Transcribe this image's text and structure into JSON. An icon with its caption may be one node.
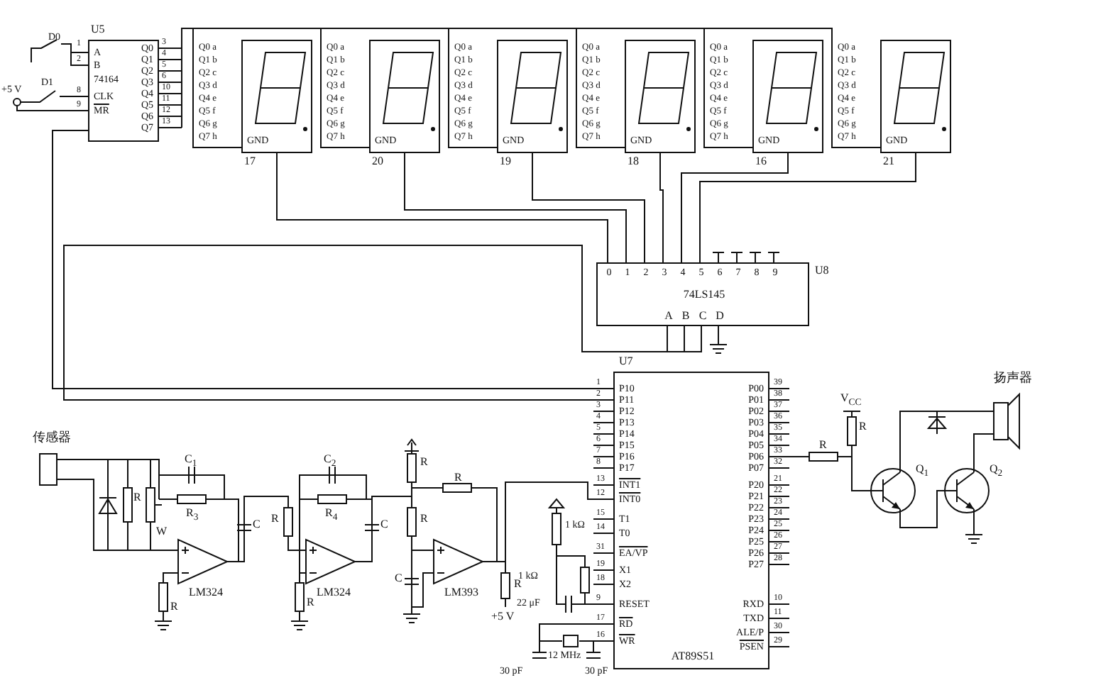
{
  "diagram": {
    "nodes": [
      {
        "text": [
          "A",
          "B",
          "74164",
          "CLK",
          "MR",
          "Q0",
          "Q1",
          "Q2",
          "Q3",
          "Q4",
          "Q5",
          "Q6",
          "Q7"
        ],
        "beside": [
          "U5"
        ]
      },
      {
        "text": [
          "GND"
        ],
        "beside": [
          "17"
        ]
      },
      {
        "text": [
          "GND"
        ],
        "beside": [
          "20"
        ]
      },
      {
        "text": [
          "GND"
        ],
        "beside": [
          "19"
        ]
      },
      {
        "text": [
          "GND"
        ],
        "beside": [
          "18"
        ]
      },
      {
        "text": [
          "GND"
        ],
        "beside": [
          "16"
        ]
      },
      {
        "text": [
          "GND"
        ],
        "beside": [
          "21"
        ]
      },
      {
        "text": [
          "74LS145",
          "0",
          "1",
          "2",
          "3",
          "4",
          "5",
          "6",
          "7",
          "8",
          "9",
          "A",
          "B",
          "C",
          "D"
        ],
        "beside": [
          "U8"
        ]
      },
      {
        "text": [
          "AT89S51",
          "P10",
          "P11",
          "P12",
          "P13",
          "P14",
          "P15",
          "P16",
          "P17",
          "INT1",
          "INT0",
          "T1",
          "T0",
          "EA/VP",
          "X1",
          "X2",
          "RESET",
          "RD",
          "WR",
          "P00",
          "P01",
          "P02",
          "P03",
          "P04",
          "P05",
          "P06",
          "P07",
          "P20",
          "P21",
          "P22",
          "P23",
          "P24",
          "P25",
          "P26",
          "P27",
          "RXD",
          "TXD",
          "ALE/P",
          "PSEN"
        ],
        "beside": [
          "U7"
        ]
      },
      {
        "text": [
          "传感器"
        ]
      },
      {
        "text": [
          "LM324"
        ]
      },
      {
        "text": [
          "LM324"
        ]
      },
      {
        "text": [
          "LM393"
        ]
      },
      {
        "text": [
          "Q$_{1}$"
        ]
      },
      {
        "text": [
          "Q$_{2}$"
        ]
      },
      {
        "text": [
          "扬声器"
        ]
      }
    ],
    "edges": [
      {
        "from": 0,
        "to": 1,
        "arrow": "none"
      },
      {
        "from": 0,
        "to": 2,
        "arrow": "none"
      },
      {
        "from": 0,
        "to": 3,
        "arrow": "none"
      },
      {
        "from": 0,
        "to": 4,
        "arrow": "none"
      },
      {
        "from": 0,
        "to": 5,
        "arrow": "none"
      },
      {
        "from": 0,
        "to": 6,
        "arrow": "none"
      },
      {
        "from": 1,
        "to": 7,
        "arrow": "none"
      },
      {
        "from": 2,
        "to": 7,
        "arrow": "none"
      },
      {
        "from": 3,
        "to": 7,
        "arrow": "none"
      },
      {
        "from": 4,
        "to": 7,
        "arrow": "none"
      },
      {
        "from": 5,
        "to": 7,
        "arrow": "none"
      },
      {
        "from": 6,
        "to": 7,
        "arrow": "none"
      },
      {
        "from": 0,
        "to": 8,
        "arrow": "none"
      },
      {
        "from": 7,
        "to": 8,
        "arrow": "none"
      },
      {
        "from": 9,
        "to": 10,
        "arrow": "none"
      },
      {
        "from": 10,
        "to": 11,
        "arrow": "none"
      },
      {
        "from": 11,
        "to": 12,
        "arrow": "none"
      },
      {
        "from": 12,
        "to": 8,
        "arrow": "none"
      },
      {
        "from": 8,
        "to": 13,
        "arrow": "none"
      },
      {
        "from": 13,
        "to": 14,
        "arrow": "none"
      },
      {
        "from": 13,
        "to": 15,
        "arrow": "none"
      },
      {
        "from": 14,
        "to": 15,
        "arrow": "none"
      }
    ],
    "labels": [
      "D0",
      "1",
      "2",
      "D1",
      "+5 V",
      "8",
      "9",
      "3",
      "4",
      "5",
      "6",
      "10",
      "11",
      "12",
      "13",
      "Q0 a",
      "Q1 b",
      "Q2 c",
      "Q3 d",
      "Q4 e",
      "Q5 f",
      "Q6 g",
      "Q7 h",
      "Q0 a",
      "Q1 b",
      "Q2 c",
      "Q3 d",
      "Q4 e",
      "Q5 f",
      "Q6 g",
      "Q7 h",
      "Q0 a",
      "Q1 b",
      "Q2 c",
      "Q3 d",
      "Q4 e",
      "Q5 f",
      "Q6 g",
      "Q7 h",
      "Q0 a",
      "Q1 b",
      "Q2 c",
      "Q3 d",
      "Q4 e",
      "Q5 f",
      "Q6 g",
      "Q7 h",
      "Q0 a",
      "Q1 b",
      "Q2 c",
      "Q3 d",
      "Q4 e",
      "Q5 f",
      "Q6 g",
      "Q7 h",
      "Q0 a",
      "Q1 b",
      "Q2 c",
      "Q3 d",
      "Q4 e",
      "Q5 f",
      "Q6 g",
      "Q7 h",
      "1",
      "2",
      "3",
      "4",
      "5",
      "6",
      "7",
      "8",
      "13",
      "12",
      "15",
      "14",
      "31",
      "19",
      "18",
      "9",
      "17",
      "16",
      "39",
      "38",
      "37",
      "36",
      "35",
      "34",
      "33",
      "32",
      "21",
      "22",
      "23",
      "24",
      "25",
      "26",
      "27",
      "28",
      "10",
      "11",
      "30",
      "29",
      "C$_{1}$",
      "R$_{3}$",
      "R",
      "W",
      "C",
      "C$_{2}$",
      "R$_{4}$",
      "R",
      "C",
      "R",
      "R",
      "R",
      "C",
      "R",
      "+5 V",
      "R",
      "R",
      "1 kΩ",
      "1 kΩ",
      "22 μF",
      "12 MHz",
      "30 pF",
      "30 pF",
      "V$_{CC}$",
      "R",
      "R"
    ]
  }
}
